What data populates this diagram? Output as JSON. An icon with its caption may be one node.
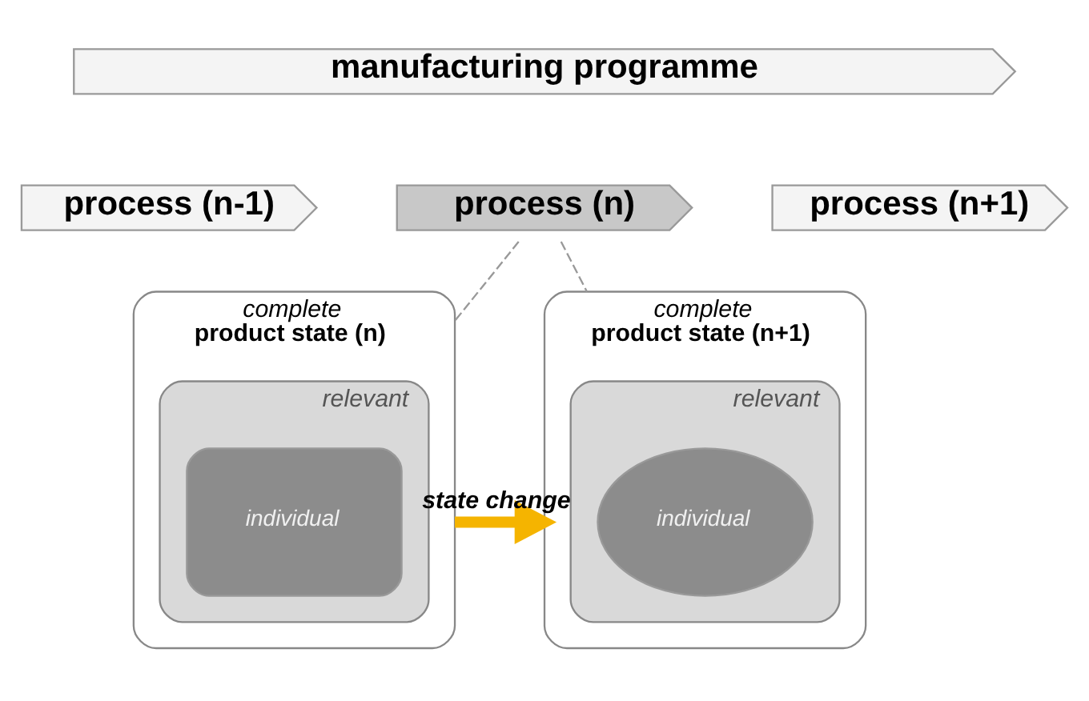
{
  "diagram": {
    "nodes": [
      {
        "text": [
          "manufacturing programme"
        ]
      },
      {
        "text": [
          "process (n-1)"
        ]
      },
      {
        "text": [
          "process (n)"
        ]
      },
      {
        "text": [
          "process (n+1)"
        ]
      },
      {
        "text": [
          "complete",
          "product state (n)"
        ]
      },
      {
        "text": [
          "relevant"
        ],
        "in": 4
      },
      {
        "text": [
          "individual"
        ],
        "in": 5
      },
      {
        "text": [
          "complete",
          "product state (n+1)"
        ]
      },
      {
        "text": [
          "relevant"
        ],
        "in": 7
      },
      {
        "text": [
          "individual"
        ],
        "in": 8
      }
    ],
    "edges": [
      {
        "from": 2,
        "to": 4,
        "arrow": "none",
        "style": "dashed"
      },
      {
        "from": 2,
        "to": 7,
        "arrow": "none",
        "style": "dashed"
      },
      {
        "from": 4,
        "to": 7,
        "arrow": "to",
        "label": "state change",
        "style": "thick",
        "color": "#f5b400"
      }
    ]
  }
}
